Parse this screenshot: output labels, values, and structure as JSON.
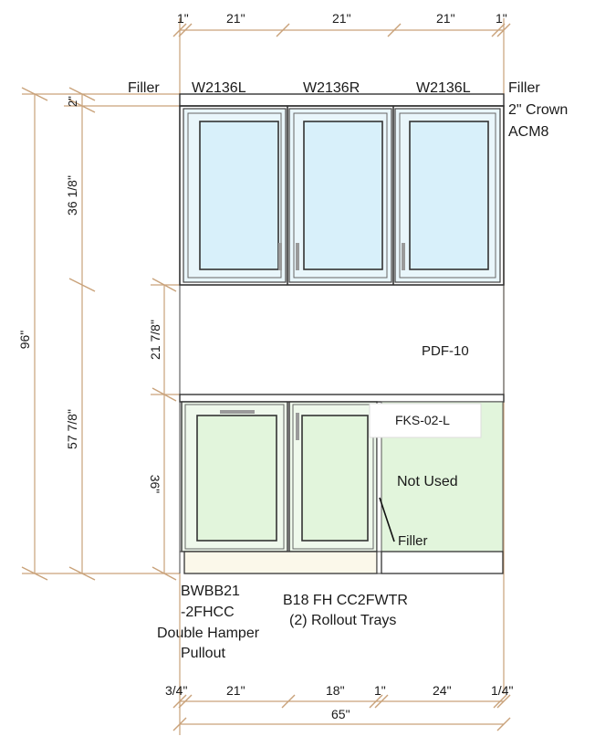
{
  "top_dimensions": [
    "1\"",
    "21\"",
    "21\"",
    "21\"",
    "1\""
  ],
  "bottom_dimensions": [
    "3/4\"",
    "21\"",
    "18\"",
    "1\"",
    "24\"",
    "1/4\""
  ],
  "overall_width": "65\"",
  "left_dimensions": {
    "overall_height": "96\"",
    "crown": "2\"",
    "wall_cabinet": "36 1/8\"",
    "lower_section": "57 7/8\"",
    "gap": "21 7/8\"",
    "base_height": "36\""
  },
  "wall_labels": {
    "filler_left": "Filler",
    "cab1": "W2136L",
    "cab2": "W2136R",
    "cab3": "W2136L",
    "filler_right": "Filler",
    "crown_line1": "2\" Crown",
    "crown_line2": "ACM8"
  },
  "middle_label": "PDF-10",
  "base_labels": {
    "fks": "FKS-02-L",
    "not_used": "Not Used",
    "filler": "Filler",
    "bwbb_line1": "BWBB21",
    "bwbb_line2": "-2FHCC",
    "bwbb_line3": "Double Hamper",
    "bwbb_line4": "Pullout",
    "b18_line1": "B18 FH CC2FWTR",
    "b18_line2": "(2) Rollout Trays"
  },
  "colors": {
    "dimension": "#c9a27a",
    "wall_glass": "#d8f0fa",
    "base_panel": "#e2f5dc",
    "toe_kick": "#fbf8ea"
  }
}
